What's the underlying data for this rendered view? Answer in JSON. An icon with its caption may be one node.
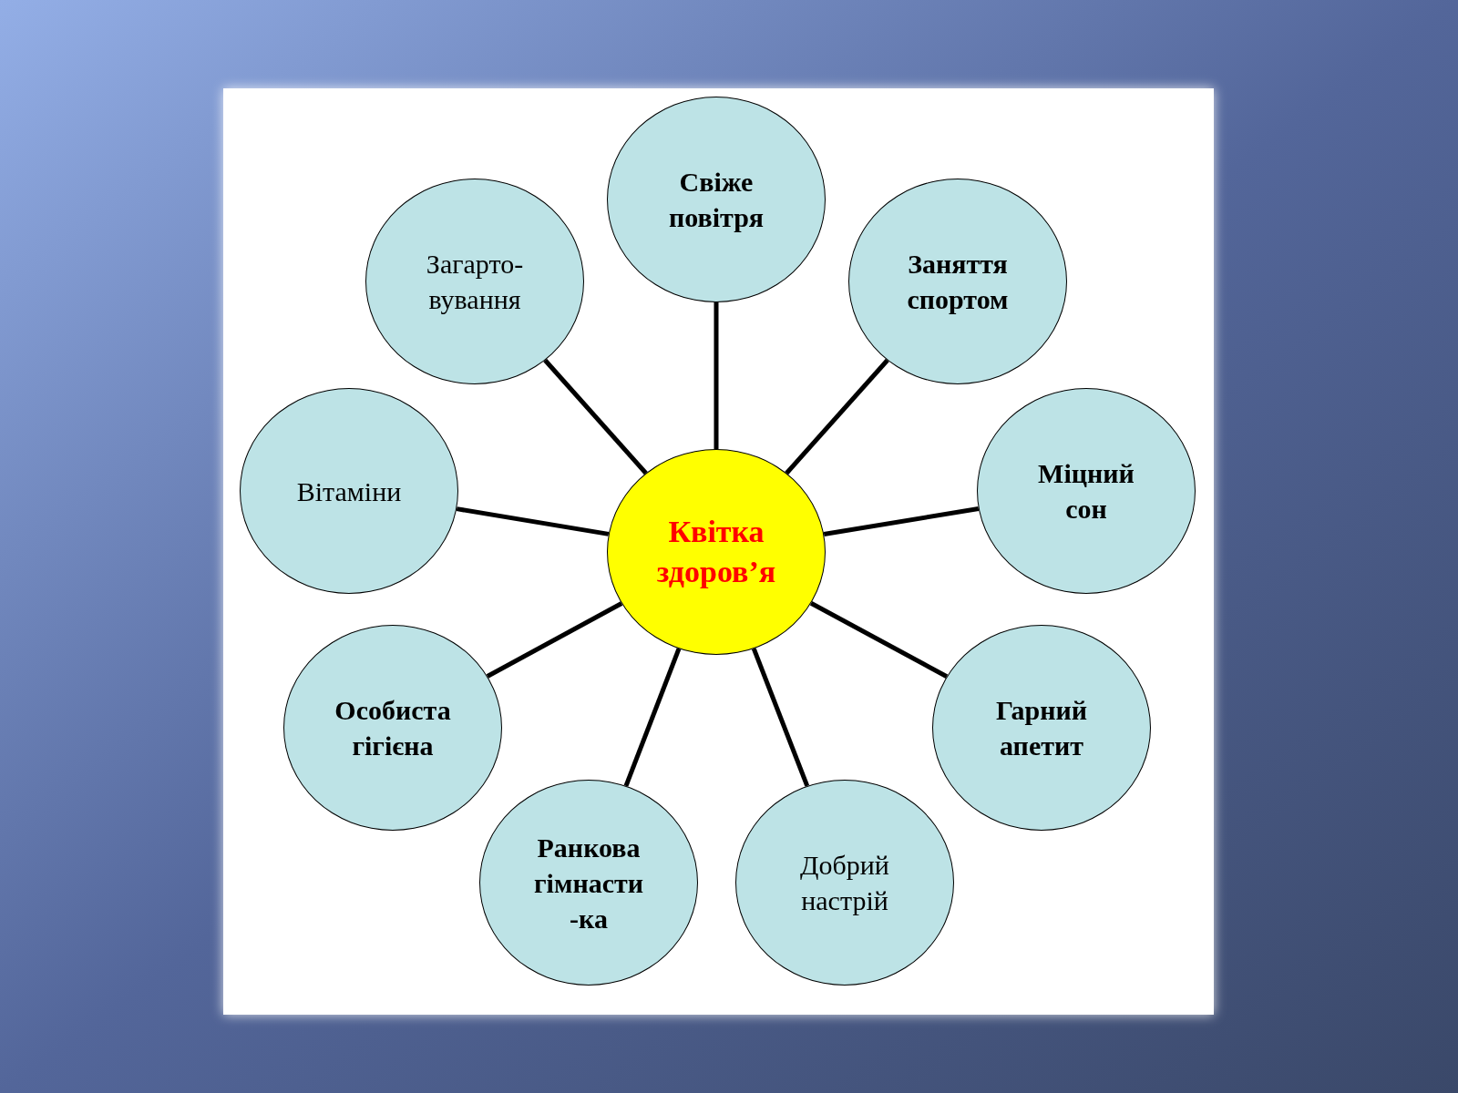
{
  "diagram": {
    "nodes": [
      {
        "text": [
          "Квітка здоров’я"
        ]
      },
      {
        "text": [
          "Свіже повітря"
        ]
      },
      {
        "text": [
          "Заняття спортом"
        ]
      },
      {
        "text": [
          "Міцний сон"
        ]
      },
      {
        "text": [
          "Гарний апетит"
        ]
      },
      {
        "text": [
          "Добрий настрій"
        ]
      },
      {
        "text": [
          "Ранкова гімнасти -ка"
        ]
      },
      {
        "text": [
          "Особиста гігієна"
        ]
      },
      {
        "text": [
          "Вітаміни"
        ]
      },
      {
        "text": [
          "Загарто- вування"
        ]
      }
    ],
    "edges": [
      {
        "from": 0,
        "to": 1,
        "arrow": "none"
      },
      {
        "from": 0,
        "to": 2,
        "arrow": "none"
      },
      {
        "from": 0,
        "to": 3,
        "arrow": "none"
      },
      {
        "from": 0,
        "to": 4,
        "arrow": "none"
      },
      {
        "from": 0,
        "to": 5,
        "arrow": "none"
      },
      {
        "from": 0,
        "to": 6,
        "arrow": "none"
      },
      {
        "from": 0,
        "to": 7,
        "arrow": "none"
      },
      {
        "from": 0,
        "to": 8,
        "arrow": "none"
      },
      {
        "from": 0,
        "to": 9,
        "arrow": "none"
      }
    ]
  }
}
